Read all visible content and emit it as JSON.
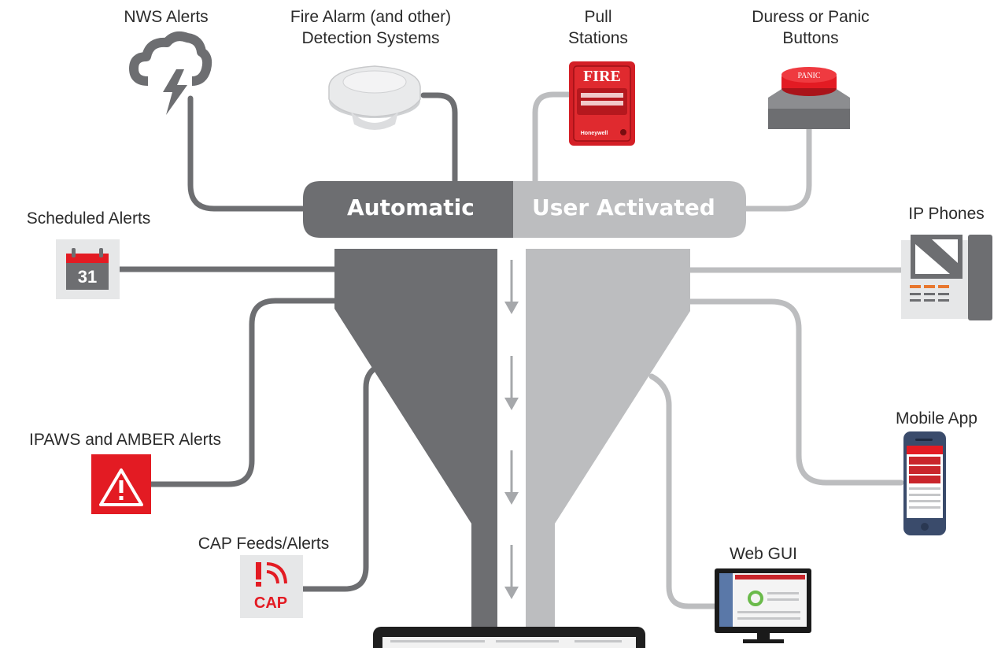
{
  "pill": {
    "automatic": "Automatic",
    "user_activated": "User Activated"
  },
  "sources": {
    "nws": "NWS Alerts",
    "fire_alarm_line1": "Fire Alarm (and other)",
    "fire_alarm_line2": "Detection Systems",
    "pull_line1": "Pull",
    "pull_line2": "Stations",
    "panic_line1": "Duress or Panic",
    "panic_line2": "Buttons",
    "scheduled": "Scheduled Alerts",
    "ip_phones": "IP Phones",
    "ipaws": "IPAWS and AMBER Alerts",
    "mobile_app": "Mobile App",
    "cap": "CAP Feeds/Alerts",
    "web_gui": "Web GUI"
  },
  "icon_text": {
    "calendar_day": "31",
    "fire_sign": "FIRE",
    "panic_label": "PANIC",
    "cap_label": "CAP",
    "honeywell_label": "Honeywell"
  },
  "colors": {
    "automatic": "#6d6e71",
    "user_activated": "#bcbdbf",
    "alert_red": "#e31b23"
  }
}
